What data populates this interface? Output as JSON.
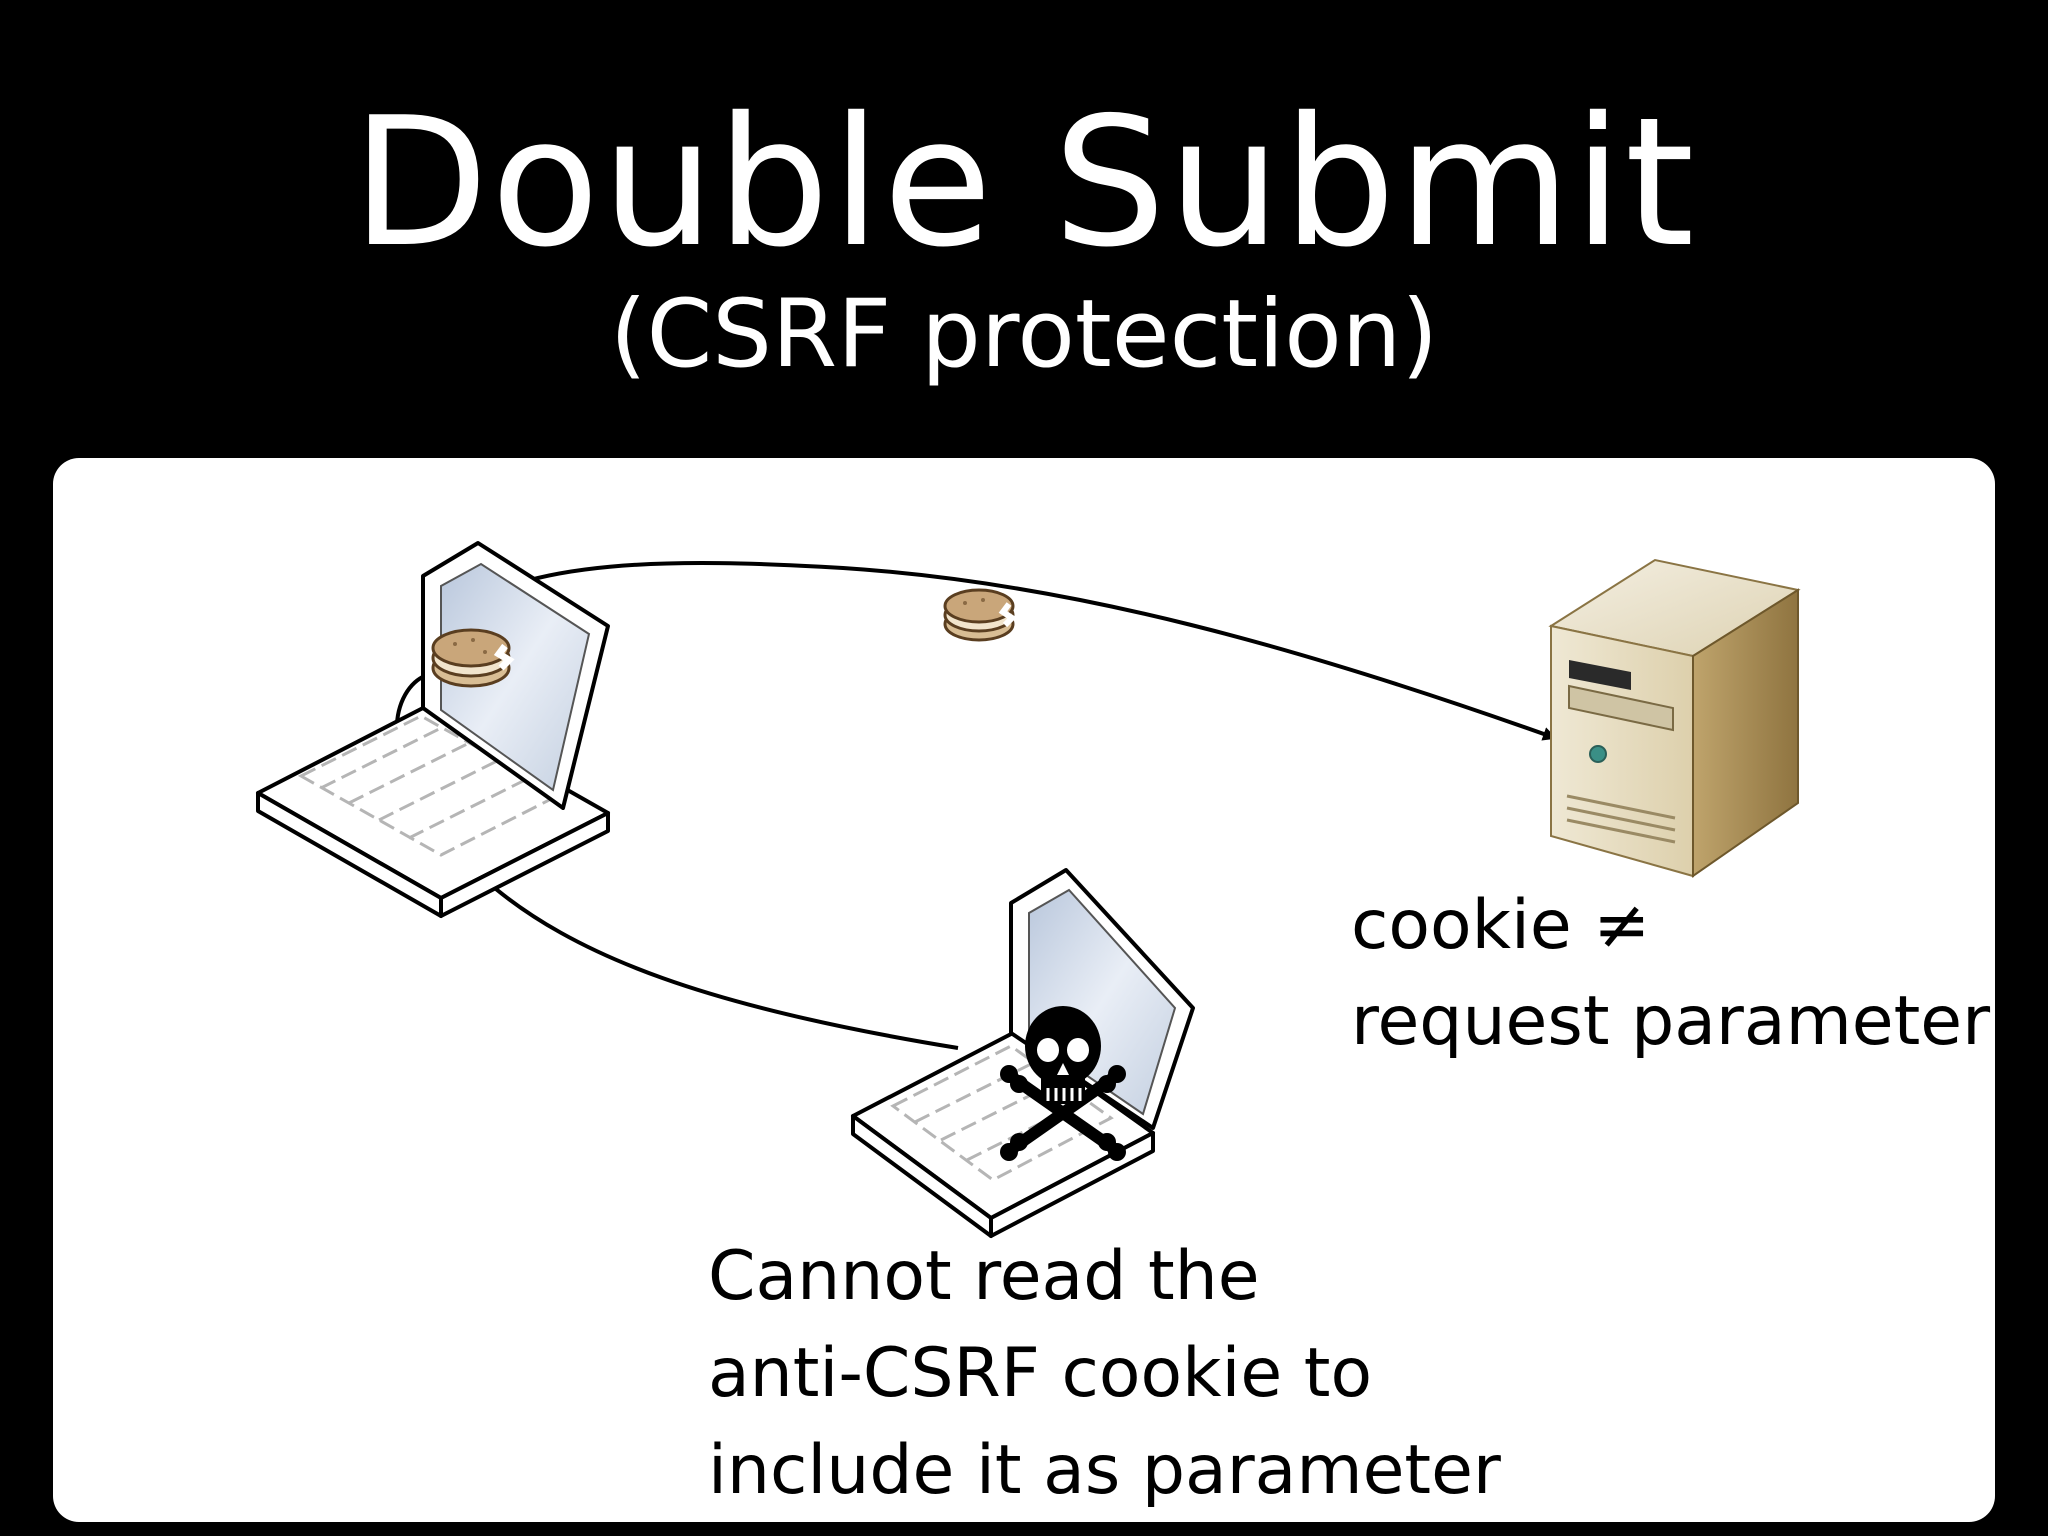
{
  "slide": {
    "title": "Double Submit",
    "subtitle": "(CSRF protection)"
  },
  "diagram": {
    "nodes": [
      {
        "id": "user-laptop",
        "icon": "laptop-icon"
      },
      {
        "id": "web-server",
        "icon": "server-tower-icon"
      },
      {
        "id": "attacker-laptop",
        "icon": "skull-crossbones-icon"
      }
    ],
    "tokens": [
      "cookie-icon",
      "cookie-icon"
    ],
    "server_note": {
      "lines": [
        "cookie ≠",
        "request parameter"
      ]
    },
    "attacker_note": {
      "lines": [
        "Cannot read the",
        "anti-CSRF cookie to",
        "include it as parameter"
      ]
    }
  },
  "colors": {
    "background": "#000000",
    "panel": "#ffffff",
    "server_body": "#e6dcc0",
    "cookie": "#c9a67a",
    "screen": "#d8e1ee"
  }
}
